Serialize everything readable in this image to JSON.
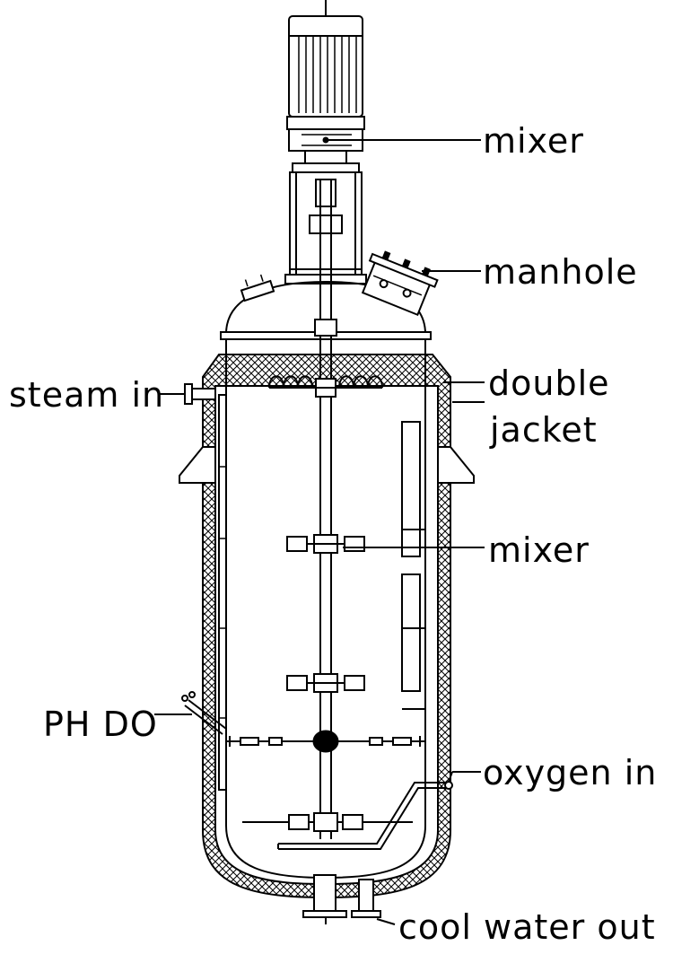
{
  "labels": {
    "mixer_top": "mixer",
    "manhole": "manhole",
    "steam_in": "steam in",
    "double": "double",
    "jacket": "jacket",
    "mixer_mid": "mixer",
    "ph_do": "PH DO",
    "oxygen_in": "oxygen in",
    "cool_water_out": "cool water out"
  }
}
